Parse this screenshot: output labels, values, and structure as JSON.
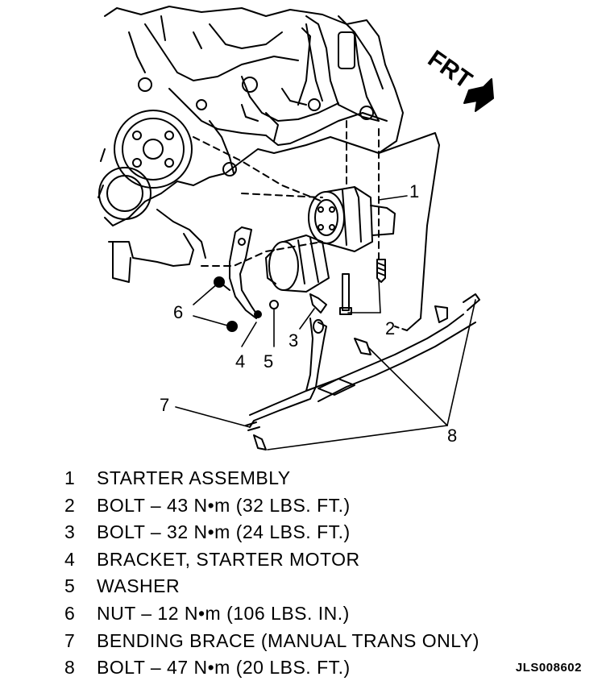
{
  "direction_label": "FRT",
  "callouts": [
    "1",
    "2",
    "3",
    "4",
    "5",
    "6",
    "7",
    "8"
  ],
  "legend": [
    {
      "num": "1",
      "desc": "STARTER ASSEMBLY"
    },
    {
      "num": "2",
      "desc": "BOLT – 43 N•m (32 LBS. FT.)"
    },
    {
      "num": "3",
      "desc": "BOLT – 32 N•m (24 LBS. FT.)"
    },
    {
      "num": "4",
      "desc": "BRACKET, STARTER MOTOR"
    },
    {
      "num": "5",
      "desc": "WASHER"
    },
    {
      "num": "6",
      "desc": "NUT – 12 N•m (106 LBS. IN.)"
    },
    {
      "num": "7",
      "desc": "BENDING BRACE (MANUAL TRANS ONLY)"
    },
    {
      "num": "8",
      "desc": "BOLT – 47 N•m (20 LBS. FT.)"
    }
  ],
  "figure_code": "JLS008602"
}
